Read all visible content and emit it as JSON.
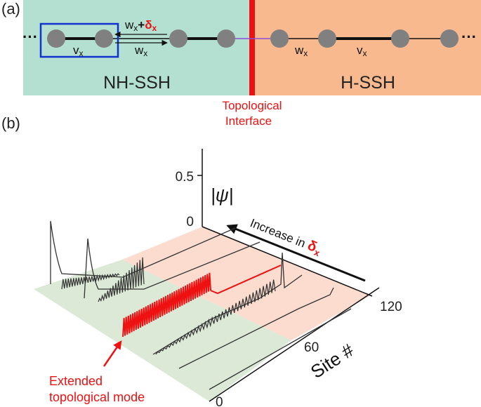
{
  "panel_a": {
    "label": "(a)",
    "left_region_label": "NH-SSH",
    "right_region_label": "H-SSH",
    "interface_label_line1": "Topological",
    "interface_label_line2": "Interface",
    "ellipsis": "···",
    "hop_v": "v",
    "hop_w": "w",
    "subscript": "x",
    "plus": "+",
    "delta": "δ",
    "colors": {
      "left_region": "#b3e0d0",
      "right_region": "#f9b98f",
      "interface": "#ee1111",
      "unit_cell_box": "#1133cc",
      "site": "#808080"
    }
  },
  "panel_b": {
    "label": "(b)",
    "y_tick_top": "0.5",
    "y_tick_zero": "0",
    "y_axis_label": "|ψ|",
    "arrow_label": "Increase in ",
    "arrow_label_delta": "δ",
    "arrow_label_sub": "x",
    "x_tick_start": "0",
    "x_tick_mid": "60",
    "x_tick_end": "120",
    "x_axis_label": "Site #",
    "annotation_line1": "Extended",
    "annotation_line2": "topological mode",
    "colors": {
      "left_plane": "#dbe9d6",
      "right_plane": "#fcdccf",
      "trace": "#333333",
      "highlight": "#ee1111"
    }
  }
}
